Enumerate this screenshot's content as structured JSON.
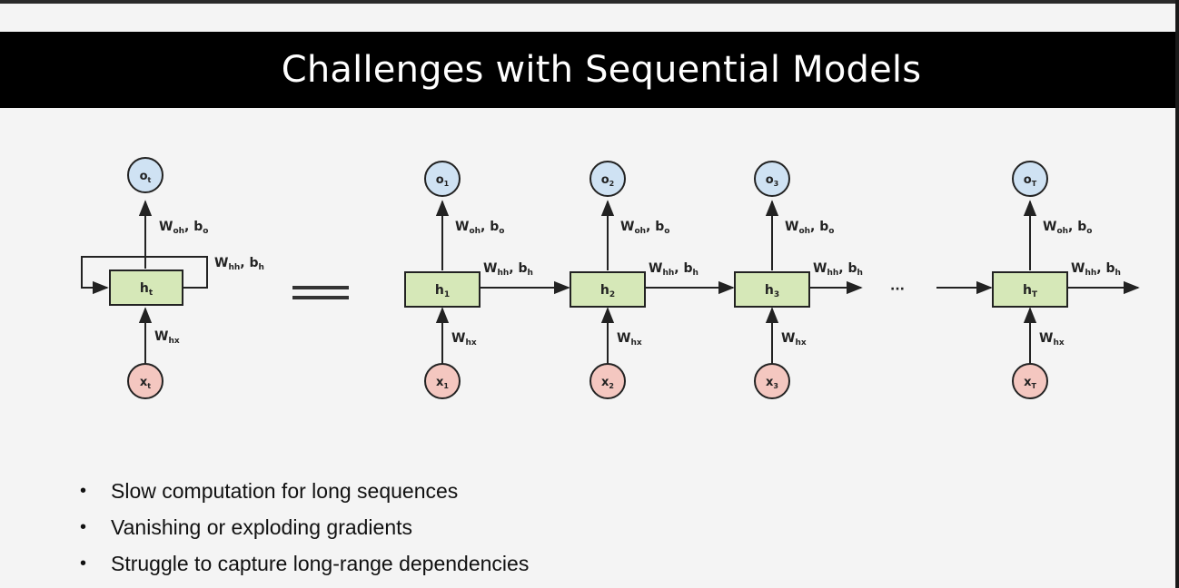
{
  "slide": {
    "title": "Challenges with Sequential Models"
  },
  "diagram": {
    "rolled": {
      "output": {
        "main": "o",
        "sub": "t"
      },
      "hidden": {
        "main": "h",
        "sub": "t"
      },
      "input": {
        "main": "x",
        "sub": "t"
      },
      "w_oh": {
        "main": "W",
        "sub": "oh",
        "rest": ", b",
        "rest_sub": "o"
      },
      "w_hh": {
        "main": "W",
        "sub": "hh",
        "rest": ", b",
        "rest_sub": "h"
      },
      "w_hx": {
        "main": "W",
        "sub": "hx"
      }
    },
    "unrolled": [
      {
        "output": {
          "main": "o",
          "sub": "1"
        },
        "hidden": {
          "main": "h",
          "sub": "1"
        },
        "input": {
          "main": "x",
          "sub": "1"
        }
      },
      {
        "output": {
          "main": "o",
          "sub": "2"
        },
        "hidden": {
          "main": "h",
          "sub": "2"
        },
        "input": {
          "main": "x",
          "sub": "2"
        }
      },
      {
        "output": {
          "main": "o",
          "sub": "3"
        },
        "hidden": {
          "main": "h",
          "sub": "3"
        },
        "input": {
          "main": "x",
          "sub": "3"
        }
      },
      {
        "output": {
          "main": "o",
          "sub": "T"
        },
        "hidden": {
          "main": "h",
          "sub": "T"
        },
        "input": {
          "main": "x",
          "sub": "T"
        }
      }
    ],
    "ellipsis": "···",
    "colors": {
      "output_fill": "#cfe2f3",
      "hidden_fill": "#d6e8b8",
      "input_fill": "#f4c7c0",
      "stroke": "#222222"
    }
  },
  "bullets": [
    "Slow computation for long sequences",
    "Vanishing or exploding gradients",
    "Struggle to capture long-range dependencies"
  ],
  "bullet_glyph": "•"
}
